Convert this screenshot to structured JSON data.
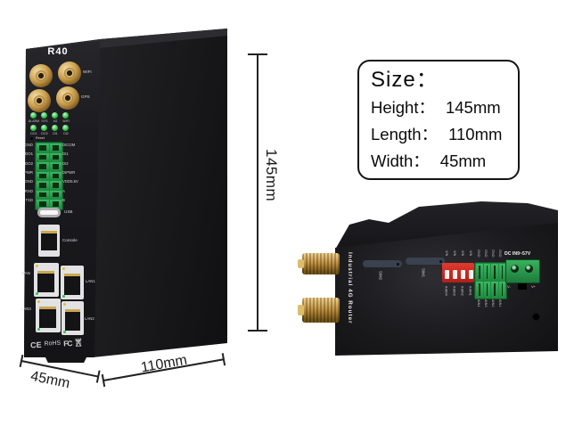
{
  "left_router": {
    "model": "R40",
    "wifi_label": "WIFI",
    "gps_label": "GPS",
    "led_row1": [
      "ALARM",
      "SYS",
      "4G",
      "WIFI"
    ],
    "led_row2": [
      "DO1",
      "DO2",
      "DI1",
      "DI2"
    ],
    "reset_label": "Reset",
    "terminal_left": [
      "GND",
      "DO1",
      "DO2",
      "PWR",
      "GND",
      "RXD",
      "TXD"
    ],
    "terminal_right": [
      "DICOM",
      "DI1",
      "DI2",
      "DIPWR",
      "VDD5.5V",
      "A",
      "B"
    ],
    "usb_label": "USB",
    "console_label": "Console",
    "port_wan": "WAN",
    "port_lan1": "LAN1",
    "port_lan2": "LAN2",
    "port_lan3": "LAN3",
    "cert_ce": "CE",
    "cert_rohs": "RoHS",
    "cert_fcc": "FC"
  },
  "dimensions": {
    "height": "145mm",
    "length": "110mm",
    "width": "45mm"
  },
  "size_box": {
    "title": "Size：",
    "height_label": "Height：",
    "height_value": "145mm",
    "length_label": "Length：",
    "length_value": "110mm",
    "width_label": "Width：",
    "width_value": "45mm"
  },
  "right_router": {
    "side_text": "Industrial 4G Router",
    "sim2_label": "SIM2",
    "sim1_label": "SIM1",
    "dip_top_labels": [
      "VIN",
      "VIN",
      "VIN",
      "VIN"
    ],
    "dip_bottom_labels": [
      "A AIN4",
      "A AIN3",
      "A AIN2",
      "A AIN1"
    ],
    "terminal_top_labels": [
      "GND",
      "GND",
      "GND",
      "GND"
    ],
    "terminal_bottom_labels": [
      "AIN4",
      "AIN3",
      "AIN2",
      "AIN1"
    ],
    "power_label": "DC IN9~57V",
    "power_neg": "V-",
    "power_pos": "V+"
  },
  "colors": {
    "terminal_green": "#2aa14e",
    "dip_red": "#d42b26",
    "antenna_gold": "#c89b4a",
    "led_green": "#37c24d"
  }
}
